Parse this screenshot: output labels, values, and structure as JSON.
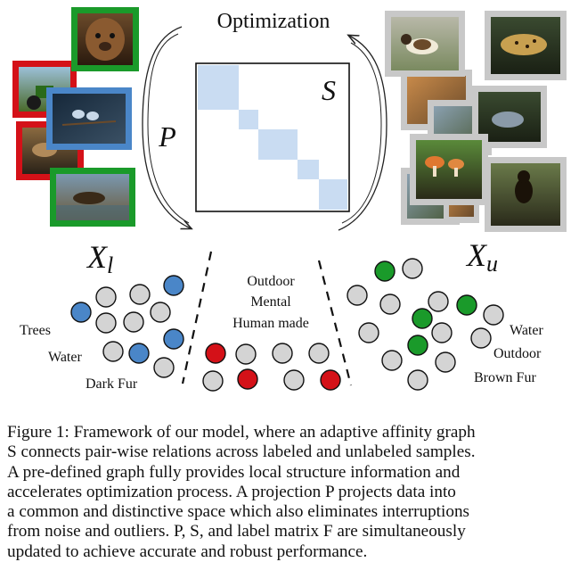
{
  "diagram": {
    "title": "Optimization",
    "matrix_label": "S",
    "projection_label": "P",
    "labeled_set_label": "X",
    "labeled_set_subscript": "l",
    "unlabeled_set_label": "X",
    "unlabeled_set_subscript": "u",
    "labeled_images": [
      {
        "subject": "furry animal face",
        "border": "green"
      },
      {
        "subject": "tractor",
        "border": "red"
      },
      {
        "subject": "birds on branch",
        "border": "blue"
      },
      {
        "subject": "deer in forest",
        "border": "red"
      },
      {
        "subject": "bird on water",
        "border": "green"
      }
    ],
    "unlabeled_images": [
      {
        "subject": "dog"
      },
      {
        "subject": "leopard"
      },
      {
        "subject": "mushrooms"
      },
      {
        "subject": "monkey"
      }
    ],
    "labeled_attributes": [
      "Trees",
      "Water",
      "Dark Fur"
    ],
    "middle_attributes": [
      "Outdoor",
      "Mental",
      "Human made"
    ],
    "unlabeled_attributes": [
      "Water",
      "Outdoor",
      "Brown Fur"
    ],
    "colors": {
      "green": "#1a9a2a",
      "red": "#d41118",
      "blue": "#4a86c8",
      "gray_node": "#d4d4d4",
      "matrix_block": "#c9dcf2",
      "photo_frame": "#c8c8c8"
    }
  },
  "caption": {
    "lines": [
      "Figure 1: Framework of our model, where an adaptive affinity graph",
      "S connects pair-wise relations across labeled and unlabeled samples.",
      "A pre-defined graph fully provides local structure information and",
      "accelerates optimization process. A projection P projects data into",
      "a common and distinctive space which also eliminates interruptions",
      "from noise and outliers. P, S, and label matrix F are simultaneously",
      "updated to achieve accurate and robust performance."
    ]
  }
}
